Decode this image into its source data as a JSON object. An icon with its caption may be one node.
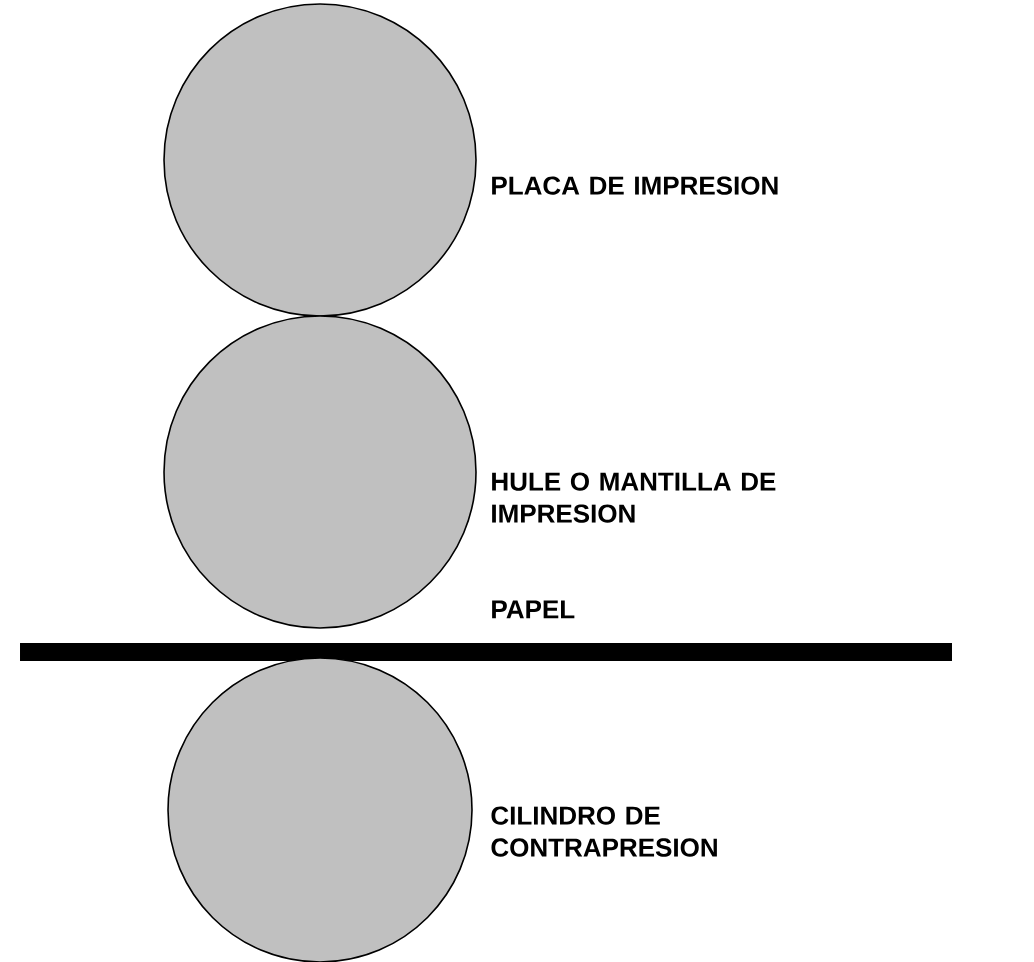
{
  "diagram": {
    "nodes": [
      {
        "text": [],
        "shape": "circle",
        "beside": [
          "PLACA DE IMPRESION"
        ]
      },
      {
        "text": [],
        "shape": "circle",
        "beside": [
          "HULE O MANTILLA DE IMPRESION"
        ]
      },
      {
        "text": [],
        "shape": "bar",
        "beside": [
          "PAPEL"
        ]
      },
      {
        "text": [],
        "shape": "circle",
        "beside": [
          "CILINDRO DE CONTRAPRESION"
        ]
      }
    ]
  }
}
